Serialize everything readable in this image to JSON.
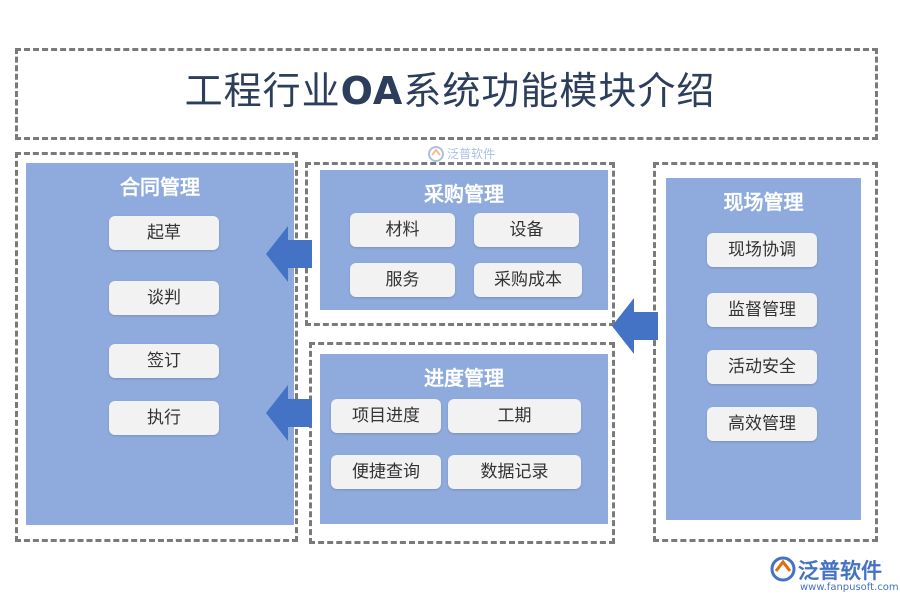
{
  "header": {
    "title_prefix": "工程行业",
    "title_oa": "OA",
    "title_suffix": "系统功能模块介绍"
  },
  "contract": {
    "title": "合同管理",
    "items": [
      "起草",
      "谈判",
      "签订",
      "执行"
    ]
  },
  "procurement": {
    "title": "采购管理",
    "items": [
      "材料",
      "设备",
      "服务",
      "采购成本"
    ]
  },
  "progress": {
    "title": "进度管理",
    "items": [
      "项目进度",
      "工期",
      "便捷查询",
      "数据记录"
    ]
  },
  "site": {
    "title": "现场管理",
    "items": [
      "现场协调",
      "监督管理",
      "活动安全",
      "高效管理"
    ]
  },
  "watermark": {
    "brand": "泛普软件"
  },
  "logo": {
    "brand": "泛普软件",
    "url": "www.fanpusoft.com"
  },
  "colors": {
    "panel": "#8faadc",
    "arrow": "#4472c4",
    "item": "#f2f2f2",
    "title": "#2c3e5c"
  }
}
